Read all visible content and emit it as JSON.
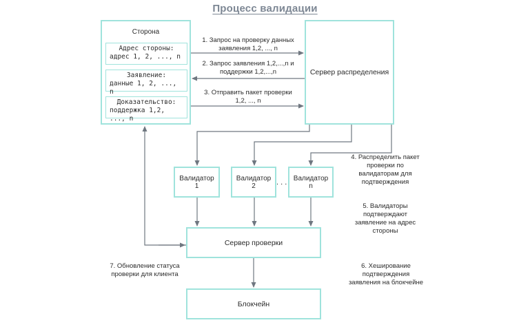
{
  "title": "Процесс валидации",
  "party": {
    "title": "Сторона",
    "address": {
      "line1": "Адрес стороны:",
      "line2": "адрес 1, 2, ..., n"
    },
    "statement": {
      "line1": "Заявление:",
      "line2": "данные 1, 2, ..., n"
    },
    "proof": {
      "line1": "Доказательство:",
      "line2": "поддержка 1,2, ..., n"
    }
  },
  "distribution_server": "Сервер распределения",
  "validators": [
    {
      "line1": "Валидатор",
      "line2": "1"
    },
    {
      "line1": "Валидатор",
      "line2": "2"
    },
    {
      "line1": "Валидатор",
      "line2": "n"
    }
  ],
  "ellipsis": ". . .",
  "verification_server": "Сервер проверки",
  "blockchain": "Блокчейн",
  "steps": {
    "s1": {
      "line1": "1. Запрос на проверку данных",
      "line2": "заявления 1,2, ..., n"
    },
    "s2": {
      "line1": "2. Запрос заявления 1,2,...,n и",
      "line2": "поддержки 1,2,...,n"
    },
    "s3": {
      "line1": "3. Отправить пакет проверки",
      "line2": "1,2, ..., n"
    },
    "s4": {
      "line1": "4. Распределить пакет",
      "line2": "проверки по",
      "line3": "валидаторам для",
      "line4": "подтверждения"
    },
    "s5": {
      "line1": "5. Валидаторы",
      "line2": "подтверждают",
      "line3": "заявление на адрес",
      "line4": "стороны"
    },
    "s6": {
      "line1": "6. Хеширование",
      "line2": "подтверждения",
      "line3": "заявления на блокчейне"
    },
    "s7": {
      "line1": "7. Обновление статуса",
      "line2": "проверки для клиента"
    }
  },
  "colors": {
    "box_border": "#9fe3dc",
    "arrow": "#6f7780",
    "title": "#7d8794"
  }
}
